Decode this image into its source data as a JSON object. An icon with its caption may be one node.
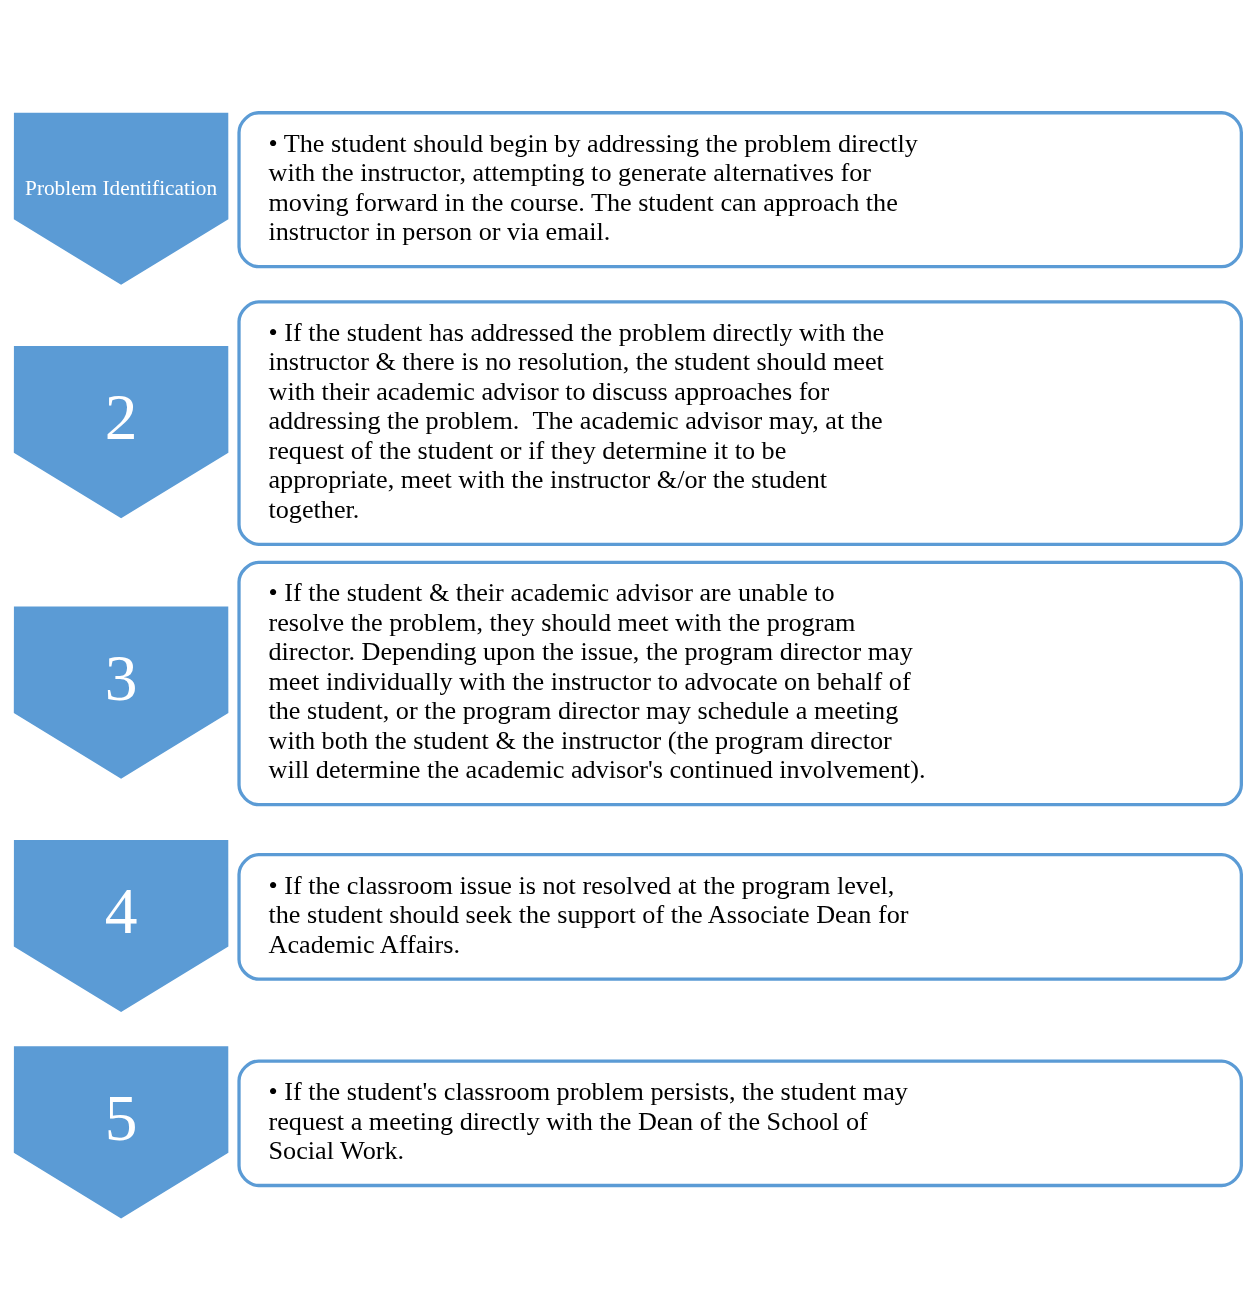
{
  "diagram": {
    "nodes": [
      {
        "text": [
          "Problem Identification"
        ]
      },
      {
        "text": [
          "• The student should begin by addressing the problem directly with the instructor, attempting to generate alternatives for moving forward in the course. The student can approach the instructor in person or via email."
        ]
      },
      {
        "text": [
          "2"
        ]
      },
      {
        "text": [
          "• If the student has addressed the problem directly with the instructor & there is no resolution, the student should meet with their academic advisor to discuss approaches for addressing the problem.  The academic advisor may, at the request of the student or if they determine it to be appropriate, meet with the instructor &/or the student together."
        ]
      },
      {
        "text": [
          "3"
        ]
      },
      {
        "text": [
          "• If the student & their academic advisor are unable to resolve the problem, they should meet with the program director. Depending upon the issue, the program director may meet individually with the instructor to advocate on behalf of the student, or the program director may schedule a meeting with both the student & the instructor (the program director will determine the academic advisor's continued involvement)."
        ]
      },
      {
        "text": [
          "4"
        ]
      },
      {
        "text": [
          "• If the classroom issue is not resolved at the program level, the student should seek the support of the Associate Dean for Academic Affairs."
        ]
      },
      {
        "text": [
          "5"
        ]
      },
      {
        "text": [
          "• If the student's classroom problem persists, the student may request a meeting directly with the Dean of the School of Social Work."
        ]
      }
    ]
  }
}
